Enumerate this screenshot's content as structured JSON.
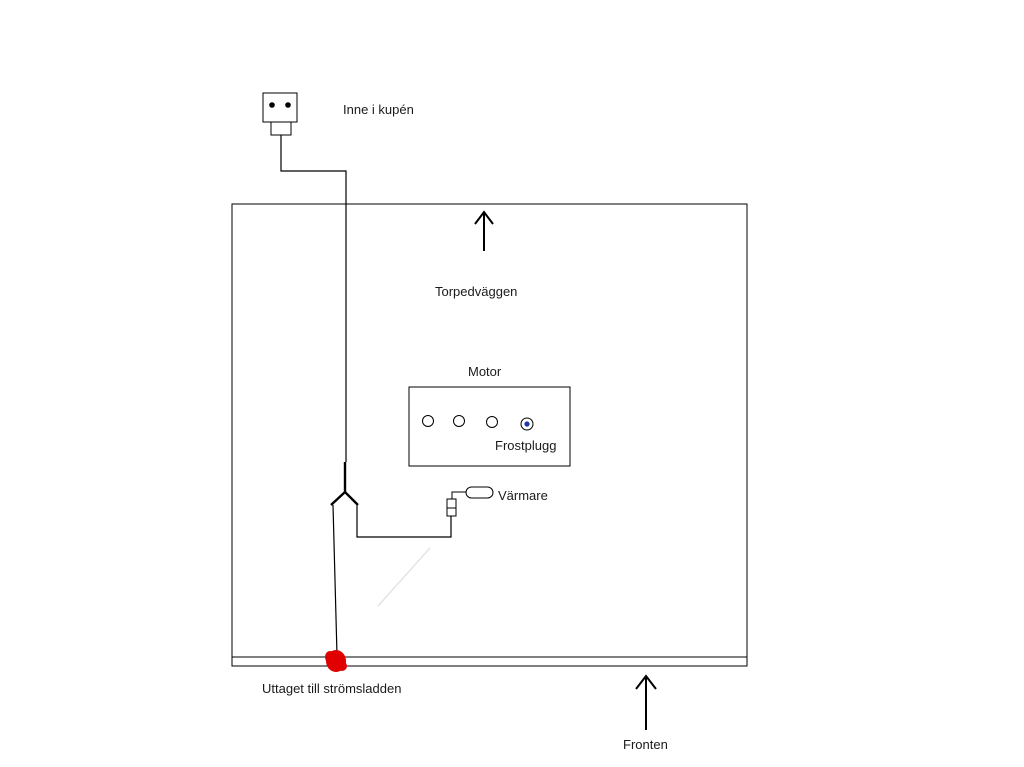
{
  "labels": {
    "inside_cabin": "Inne i kupén",
    "firewall": "Torpedväggen",
    "engine": "Motor",
    "freeze_plug": "Frostplugg",
    "heater": "Värmare",
    "outlet": "Uttaget till strömsladden",
    "front": "Fronten"
  },
  "colors": {
    "line": "#000000",
    "outlet": "#e00000",
    "plug_selected": "#1f3aa8"
  }
}
